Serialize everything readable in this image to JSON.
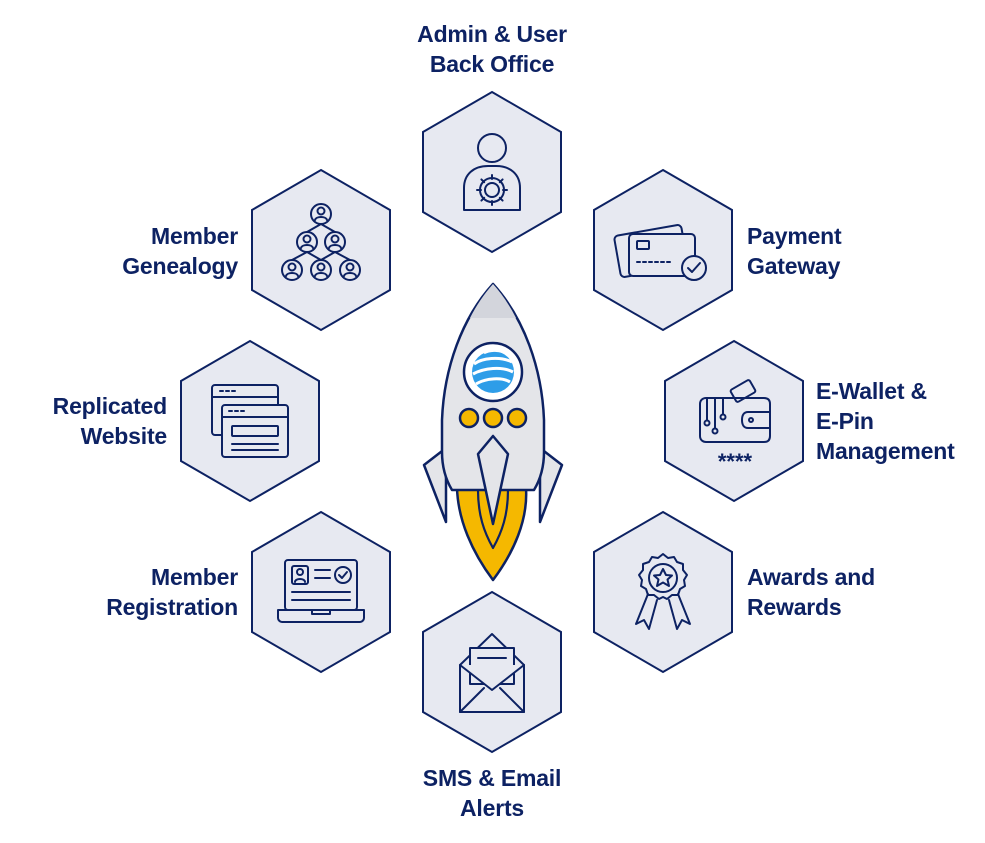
{
  "features": [
    {
      "id": "admin",
      "label": "Admin & User\nBack Office",
      "icon": "admin-gear-icon"
    },
    {
      "id": "payment",
      "label": "Payment\nGateway",
      "icon": "credit-card-check-icon"
    },
    {
      "id": "ewallet",
      "label": "E-Wallet &\nE-Pin\nManagement",
      "icon": "wallet-pin-icon",
      "pin_text": "****"
    },
    {
      "id": "awards",
      "label": "Awards and\nRewards",
      "icon": "award-ribbon-icon"
    },
    {
      "id": "sms",
      "label": "SMS & Email\nAlerts",
      "icon": "envelope-open-icon"
    },
    {
      "id": "registration",
      "label": "Member\nRegistration",
      "icon": "laptop-registration-icon"
    },
    {
      "id": "replicated",
      "label": "Replicated\nWebsite",
      "icon": "browser-windows-icon"
    },
    {
      "id": "genealogy",
      "label": "Member\nGenealogy",
      "icon": "genealogy-tree-icon"
    }
  ],
  "center_graphic": {
    "icon": "rocket-icon"
  },
  "colors": {
    "text": "#0d2263",
    "hex_fill": "#e7e9f1",
    "hex_stroke": "#0d2263",
    "rocket_body": "#e4e5e9",
    "flame": "#f5b800",
    "globe": "#2e9de8"
  }
}
